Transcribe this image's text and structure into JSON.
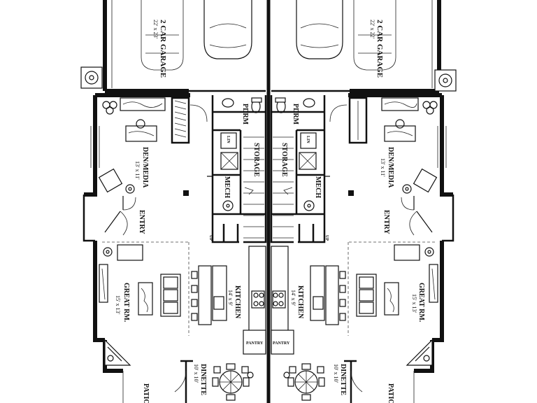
{
  "plan": {
    "units": [
      {
        "id": "left",
        "garage": "2 CAR GARAGE",
        "garage_dim": "22' x 23'",
        "pdrm": "PDRM",
        "lin": "LIN",
        "storage": "STORAGE",
        "mech": "MECH",
        "den": "DEN/MEDIA",
        "den_dim": "13' x 11'",
        "entry": "ENTRY",
        "great": "GREAT RM.",
        "great_dim": "15' x 13'",
        "kitchen": "KITCHEN",
        "kitchen_dim": "14' x 9'",
        "pantry": "PANTRY",
        "dinette": "DINETTE",
        "dinette_dim": "10' x 10'",
        "patio": "PATIO",
        "up": "UP"
      },
      {
        "id": "right",
        "garage": "2 CAR GARAGE",
        "garage_dim": "22' x 22'",
        "pdrm": "PDRM",
        "lin": "LIN",
        "storage": "STORAGE",
        "mech": "MECH",
        "den": "DEN/MEDIA",
        "den_dim": "13' x 11'",
        "entry": "ENTRY",
        "great": "GREAT RM.",
        "great_dim": "15' x 13'",
        "kitchen": "KITCHEN",
        "kitchen_dim": "14' x 9'",
        "pantry": "PANTRY",
        "dinette": "DINETTE",
        "dinette_dim": "10' x 10'",
        "patio": "PATIO",
        "up": "UP"
      }
    ]
  }
}
